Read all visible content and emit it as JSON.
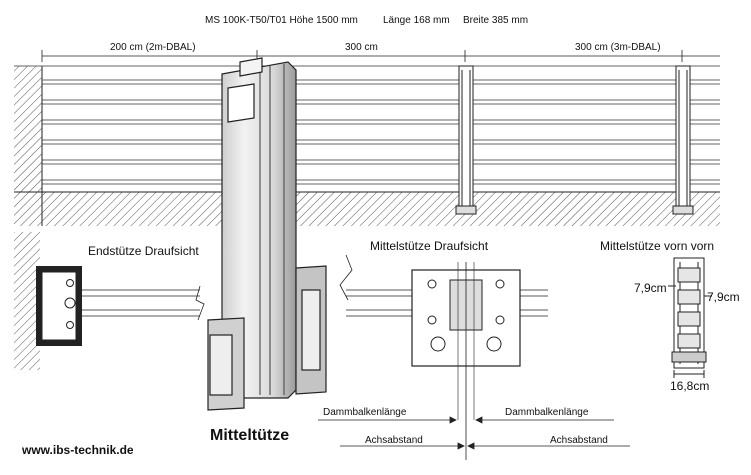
{
  "header": {
    "title": "MS 100K-T50/T01 Höhe  1500 mm",
    "laenge": "Länge 168 mm",
    "breite": "Breite 385 mm"
  },
  "spans": {
    "left": "200 cm (2m-DBAL)",
    "middle": "300 cm",
    "right": "300 cm (3m-DBAL)"
  },
  "views": {
    "endstuetze": "Endstütze Draufsicht",
    "mittelstuetze_draufsicht": "Mittelstütze Draufsicht",
    "mittelstuetze_vorn": "Mittelstütze vorn vorn"
  },
  "dimensions": {
    "left": "7,9cm",
    "right": "7,9cm",
    "bottom": "16,8cm"
  },
  "labels": {
    "dammbalken_left": "Dammbalkenlänge",
    "dammbalken_right": "Dammbalkenlänge",
    "achsabstand_left": "Achsabstand",
    "achsabstand_right": "Achsabstand",
    "product": "Mitteltütze",
    "website": "www.ibs-technik.de"
  },
  "colors": {
    "line": "#222222",
    "hatch": "#555555",
    "post_fill": "#e6e6e6",
    "post_shade": "#a8a8a8"
  }
}
